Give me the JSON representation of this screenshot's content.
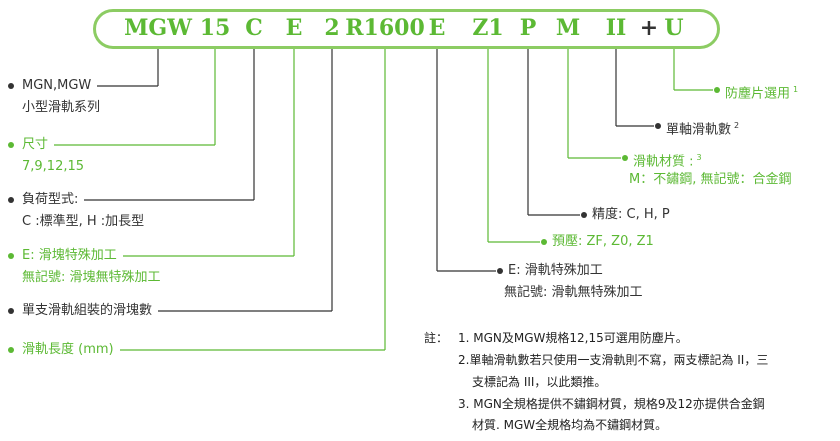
{
  "colors": {
    "green": "#5cb934",
    "dark": "#333333",
    "pill_border": "#8ccc63"
  },
  "code": {
    "segments": [
      {
        "text": "MGW",
        "color": "green"
      },
      {
        "text": "15",
        "color": "green"
      },
      {
        "text": "C",
        "color": "green"
      },
      {
        "text": "E",
        "color": "green"
      },
      {
        "text": "2",
        "color": "green"
      },
      {
        "text": "R1600",
        "color": "green"
      },
      {
        "text": "E",
        "color": "green"
      },
      {
        "text": "Z1",
        "color": "green"
      },
      {
        "text": "P",
        "color": "green"
      },
      {
        "text": "M",
        "color": "green"
      },
      {
        "text": "II",
        "color": "green"
      },
      {
        "text": "+",
        "color": "dark"
      },
      {
        "text": "U",
        "color": "green"
      }
    ]
  },
  "left_items": [
    {
      "lines": [
        "MGN,MGW",
        "小型滑軌系列"
      ],
      "color": "dark"
    },
    {
      "lines": [
        "尺寸",
        "7,9,12,15"
      ],
      "color": "green"
    },
    {
      "lines": [
        "負荷型式:",
        "C :標準型, H :加長型"
      ],
      "color": "dark"
    },
    {
      "lines": [
        "E: 滑塊特殊加工",
        "無記號: 滑塊無特殊加工"
      ],
      "color": "green"
    },
    {
      "lines": [
        "單支滑軌組裝的滑塊數"
      ],
      "color": "dark"
    },
    {
      "lines": [
        "滑軌長度 (mm)"
      ],
      "color": "green"
    }
  ],
  "right_items": [
    {
      "lines": [
        "防塵片選用"
      ],
      "sup": "1",
      "color": "green"
    },
    {
      "lines": [
        "單軸滑軌數"
      ],
      "sup": "2",
      "color": "dark"
    },
    {
      "lines": [
        "滑軌材質 :",
        "M：不鏽鋼, 無記號：合金鋼"
      ],
      "sup": "3",
      "color": "green"
    },
    {
      "lines": [
        "精度: C, H, P"
      ],
      "color": "dark"
    },
    {
      "lines": [
        "預壓: ZF, Z0, Z1"
      ],
      "color": "green"
    },
    {
      "lines": [
        "E: 滑軌特殊加工",
        "無記號: 滑軌無特殊加工"
      ],
      "color": "dark"
    }
  ],
  "notes": {
    "prefix": "註：",
    "lines": [
      "1. MGN及MGW規格12,15可選用防塵片。",
      "2.單軸滑軌數若只使用一支滑軌則不寫，兩支標記為 II，三",
      "支標記為 III，以此類推。",
      "3. MGN全規格提供不鏽鋼材質，規格9及12亦提供合金鋼",
      "材質. MGW全規格均為不鏽鋼材質。"
    ]
  }
}
